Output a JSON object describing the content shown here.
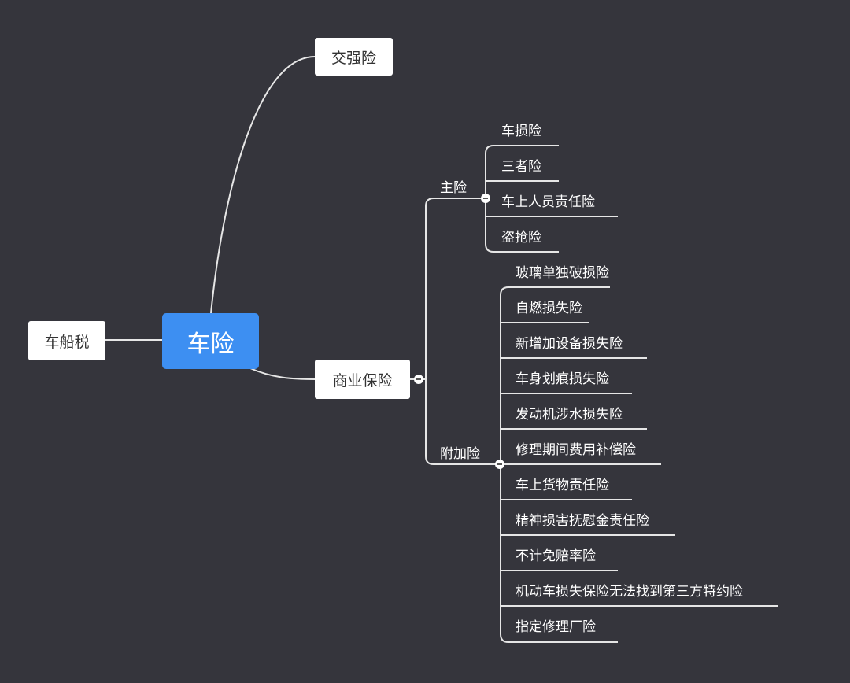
{
  "mindmap": {
    "root": "车险",
    "left_node": "车船税",
    "top_node": "交强险",
    "commercial": {
      "label": "商业保险",
      "main": {
        "label": "主险",
        "items": [
          "车损险",
          "三者险",
          "车上人员责任险",
          "盗抢险"
        ]
      },
      "additional": {
        "label": "附加险",
        "items": [
          "玻璃单独破损险",
          "自燃损失险",
          "新增加设备损失险",
          "车身划痕损失险",
          "发动机涉水损失险",
          "修理期间费用补偿险",
          "车上货物责任险",
          "精神损害抚慰金责任险",
          "不计免赔率险",
          "机动车损失保险无法找到第三方特约险",
          "指定修理厂险"
        ]
      }
    }
  },
  "colors": {
    "background": "#35353c",
    "root": "#3d8ff2",
    "line": "#e6e6e6"
  }
}
